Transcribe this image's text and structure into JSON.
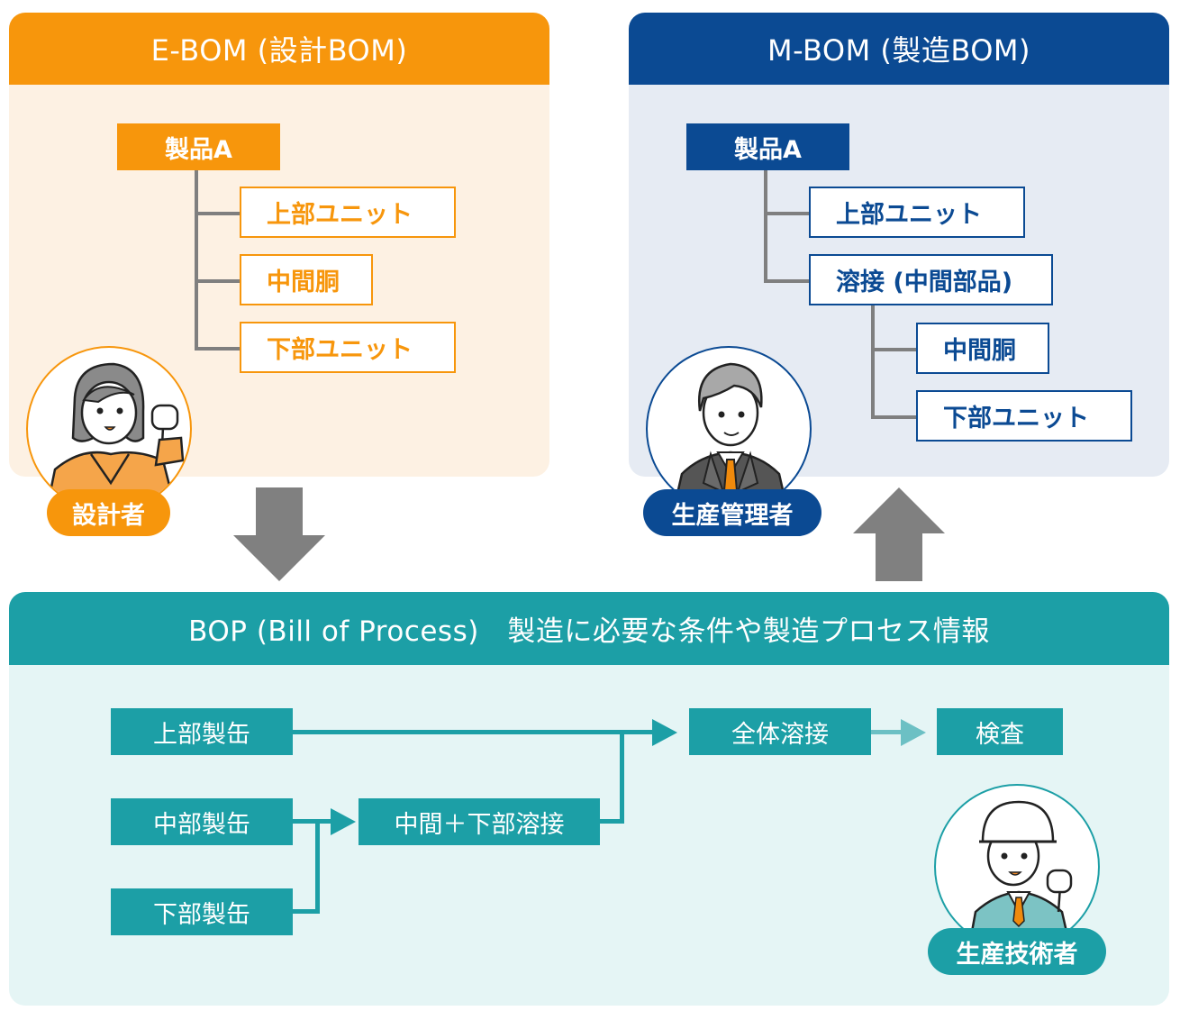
{
  "ebom": {
    "title": "E-BOM (設計BOM)",
    "root": "製品A",
    "children": [
      "上部ユニット",
      "中間胴",
      "下部ユニット"
    ],
    "role": "設計者",
    "accent_color": "#f7960c"
  },
  "mbom": {
    "title": "M-BOM (製造BOM)",
    "root": "製品A",
    "children": [
      "上部ユニット",
      "溶接 (中間部品)"
    ],
    "grandchildren": [
      "中間胴",
      "下部ユニット"
    ],
    "role": "生産管理者",
    "accent_color": "#0b4a93"
  },
  "bop": {
    "title": "BOP (Bill of Process)　製造に必要な条件や製造プロセス情報",
    "steps": {
      "upper_fab": "上部製缶",
      "middle_fab": "中部製缶",
      "lower_fab": "下部製缶",
      "mid_lower_weld": "中間＋下部溶接",
      "full_weld": "全体溶接",
      "inspection": "検査"
    },
    "role": "生産技術者",
    "accent_color": "#1c9fa6"
  },
  "flow_arrows": {
    "ebom_to_bop": "down-arrow",
    "bop_to_mbom": "up-arrow"
  }
}
